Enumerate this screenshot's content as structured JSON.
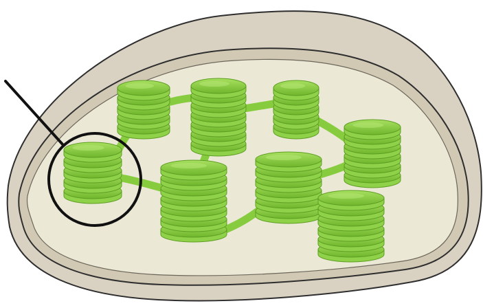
{
  "diagram": {
    "subject": "chloroplast-cross-section",
    "colors": {
      "background": "#ffffff",
      "outer_membrane": "#d9d1c2",
      "outline": "#2e2e2e",
      "stroma": "#ece8d6",
      "thylakoid_fill": "#8fd24a",
      "thylakoid_top": "#b7e774",
      "thylakoid_edge": "#5d9e21",
      "lamella": "#86cc3e",
      "pointer": "#111111"
    },
    "grana": [
      {
        "id": "granum-1",
        "discs": 5
      },
      {
        "id": "granum-2",
        "discs": 7
      },
      {
        "id": "granum-3",
        "discs": 5
      },
      {
        "id": "granum-4",
        "discs": 6
      },
      {
        "id": "granum-5",
        "discs": 5
      },
      {
        "id": "granum-6",
        "discs": 7
      },
      {
        "id": "granum-7",
        "discs": 6
      },
      {
        "id": "granum-8",
        "discs": 6
      }
    ],
    "highlighted_granum": "granum-1",
    "pointer": {
      "target": "granum-1",
      "label": ""
    }
  }
}
